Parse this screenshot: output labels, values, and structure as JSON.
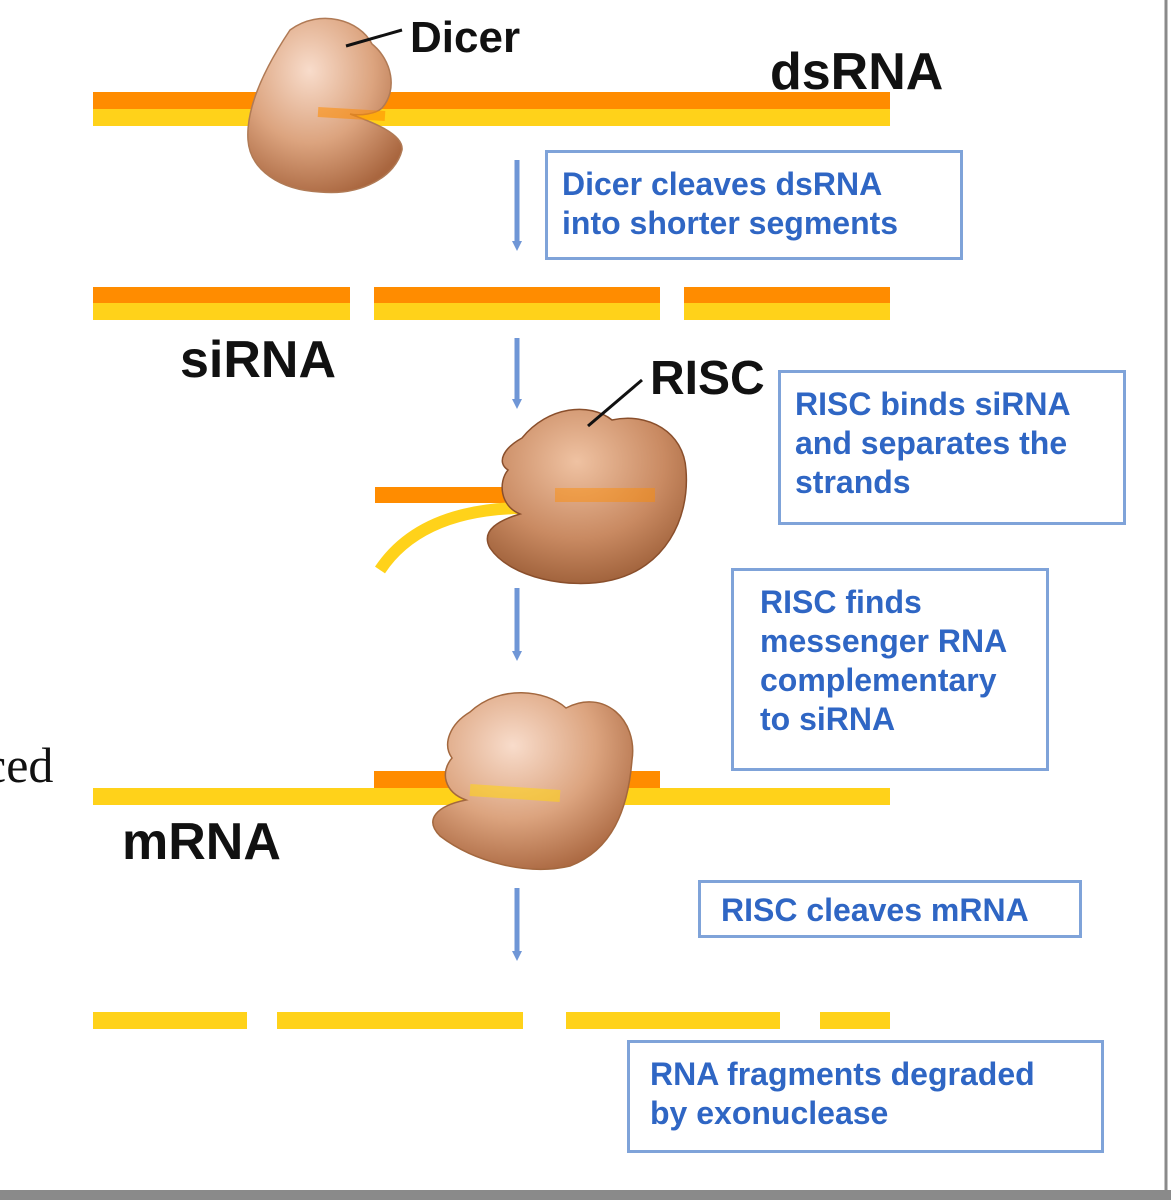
{
  "labels": {
    "dicer": "Dicer",
    "dsrna": "dsRNA",
    "sirna": "siRNA",
    "risc": "RISC",
    "mrna": "mRNA",
    "partial_left": "ced"
  },
  "steps": [
    "Dicer cleaves dsRNA\ninto shorter segments",
    "RISC binds siRNA\nand separates the\nstrands",
    "RISC finds\nmessenger RNA\ncomplementary\nto siRNA",
    "RISC cleaves mRNA",
    "RNA fragments degraded\nby exonuclease"
  ],
  "colors": {
    "strand_orange": "#ff8c00",
    "strand_yellow": "#ffd21a",
    "protein": "#d9a07a",
    "arrow": "#6f96d6",
    "step_text": "#2f66c4",
    "step_border": "#7fa3d9"
  }
}
